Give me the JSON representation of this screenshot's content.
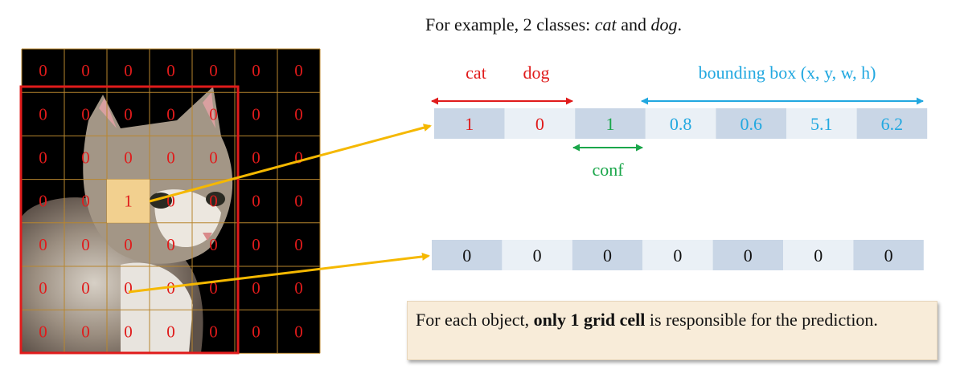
{
  "title": {
    "prefix": "For example, 2 classes: ",
    "cls1": "cat",
    "mid": " and ",
    "cls2": "dog",
    "suffix": "."
  },
  "grid": {
    "rows": [
      [
        "0",
        "0",
        "0",
        "0",
        "0",
        "0",
        "0"
      ],
      [
        "0",
        "0",
        "0",
        "0",
        "0",
        "0",
        "0"
      ],
      [
        "0",
        "0",
        "0",
        "0",
        "0",
        "0",
        "0"
      ],
      [
        "0",
        "0",
        "1",
        "0",
        "0",
        "0",
        "0"
      ],
      [
        "0",
        "0",
        "0",
        "0",
        "0",
        "0",
        "0"
      ],
      [
        "0",
        "0",
        "0",
        "0",
        "0",
        "0",
        "0"
      ],
      [
        "0",
        "0",
        "0",
        "0",
        "0",
        "0",
        "0"
      ]
    ],
    "responsible_cell": [
      3,
      2
    ],
    "lower_cell": [
      5,
      2
    ]
  },
  "vector1": {
    "values": [
      "1",
      "0",
      "1",
      "0.8",
      "0.6",
      "5.1",
      "6.2"
    ],
    "text_colors": [
      "#e01b1b",
      "#e01b1b",
      "#1aa64a",
      "#22a8e0",
      "#22a8e0",
      "#22a8e0",
      "#22a8e0"
    ],
    "cell_fills": [
      "#c9d6e6",
      "#eaf0f6",
      "#c9d6e6",
      "#eaf0f6",
      "#c9d6e6",
      "#eaf0f6",
      "#c9d6e6"
    ]
  },
  "vector2": {
    "values": [
      "0",
      "0",
      "0",
      "0",
      "0",
      "0",
      "0"
    ],
    "cell_fills": [
      "#c9d6e6",
      "#eaf0f6",
      "#c9d6e6",
      "#eaf0f6",
      "#c9d6e6",
      "#eaf0f6",
      "#c9d6e6"
    ]
  },
  "labels": {
    "cat": "cat",
    "dog": "dog",
    "bbox": "bounding box (x, y, w, h)",
    "conf": "conf"
  },
  "note": {
    "prefix": "For each object, ",
    "bold": "only 1 grid cell",
    "suffix": " is responsible for the prediction."
  },
  "colors": {
    "red": "#e01b1b",
    "green": "#1aa64a",
    "blue": "#22a8e0",
    "arrow": "#f5b800",
    "gridline": "#b8862e",
    "highlight": "#f2d08f"
  }
}
